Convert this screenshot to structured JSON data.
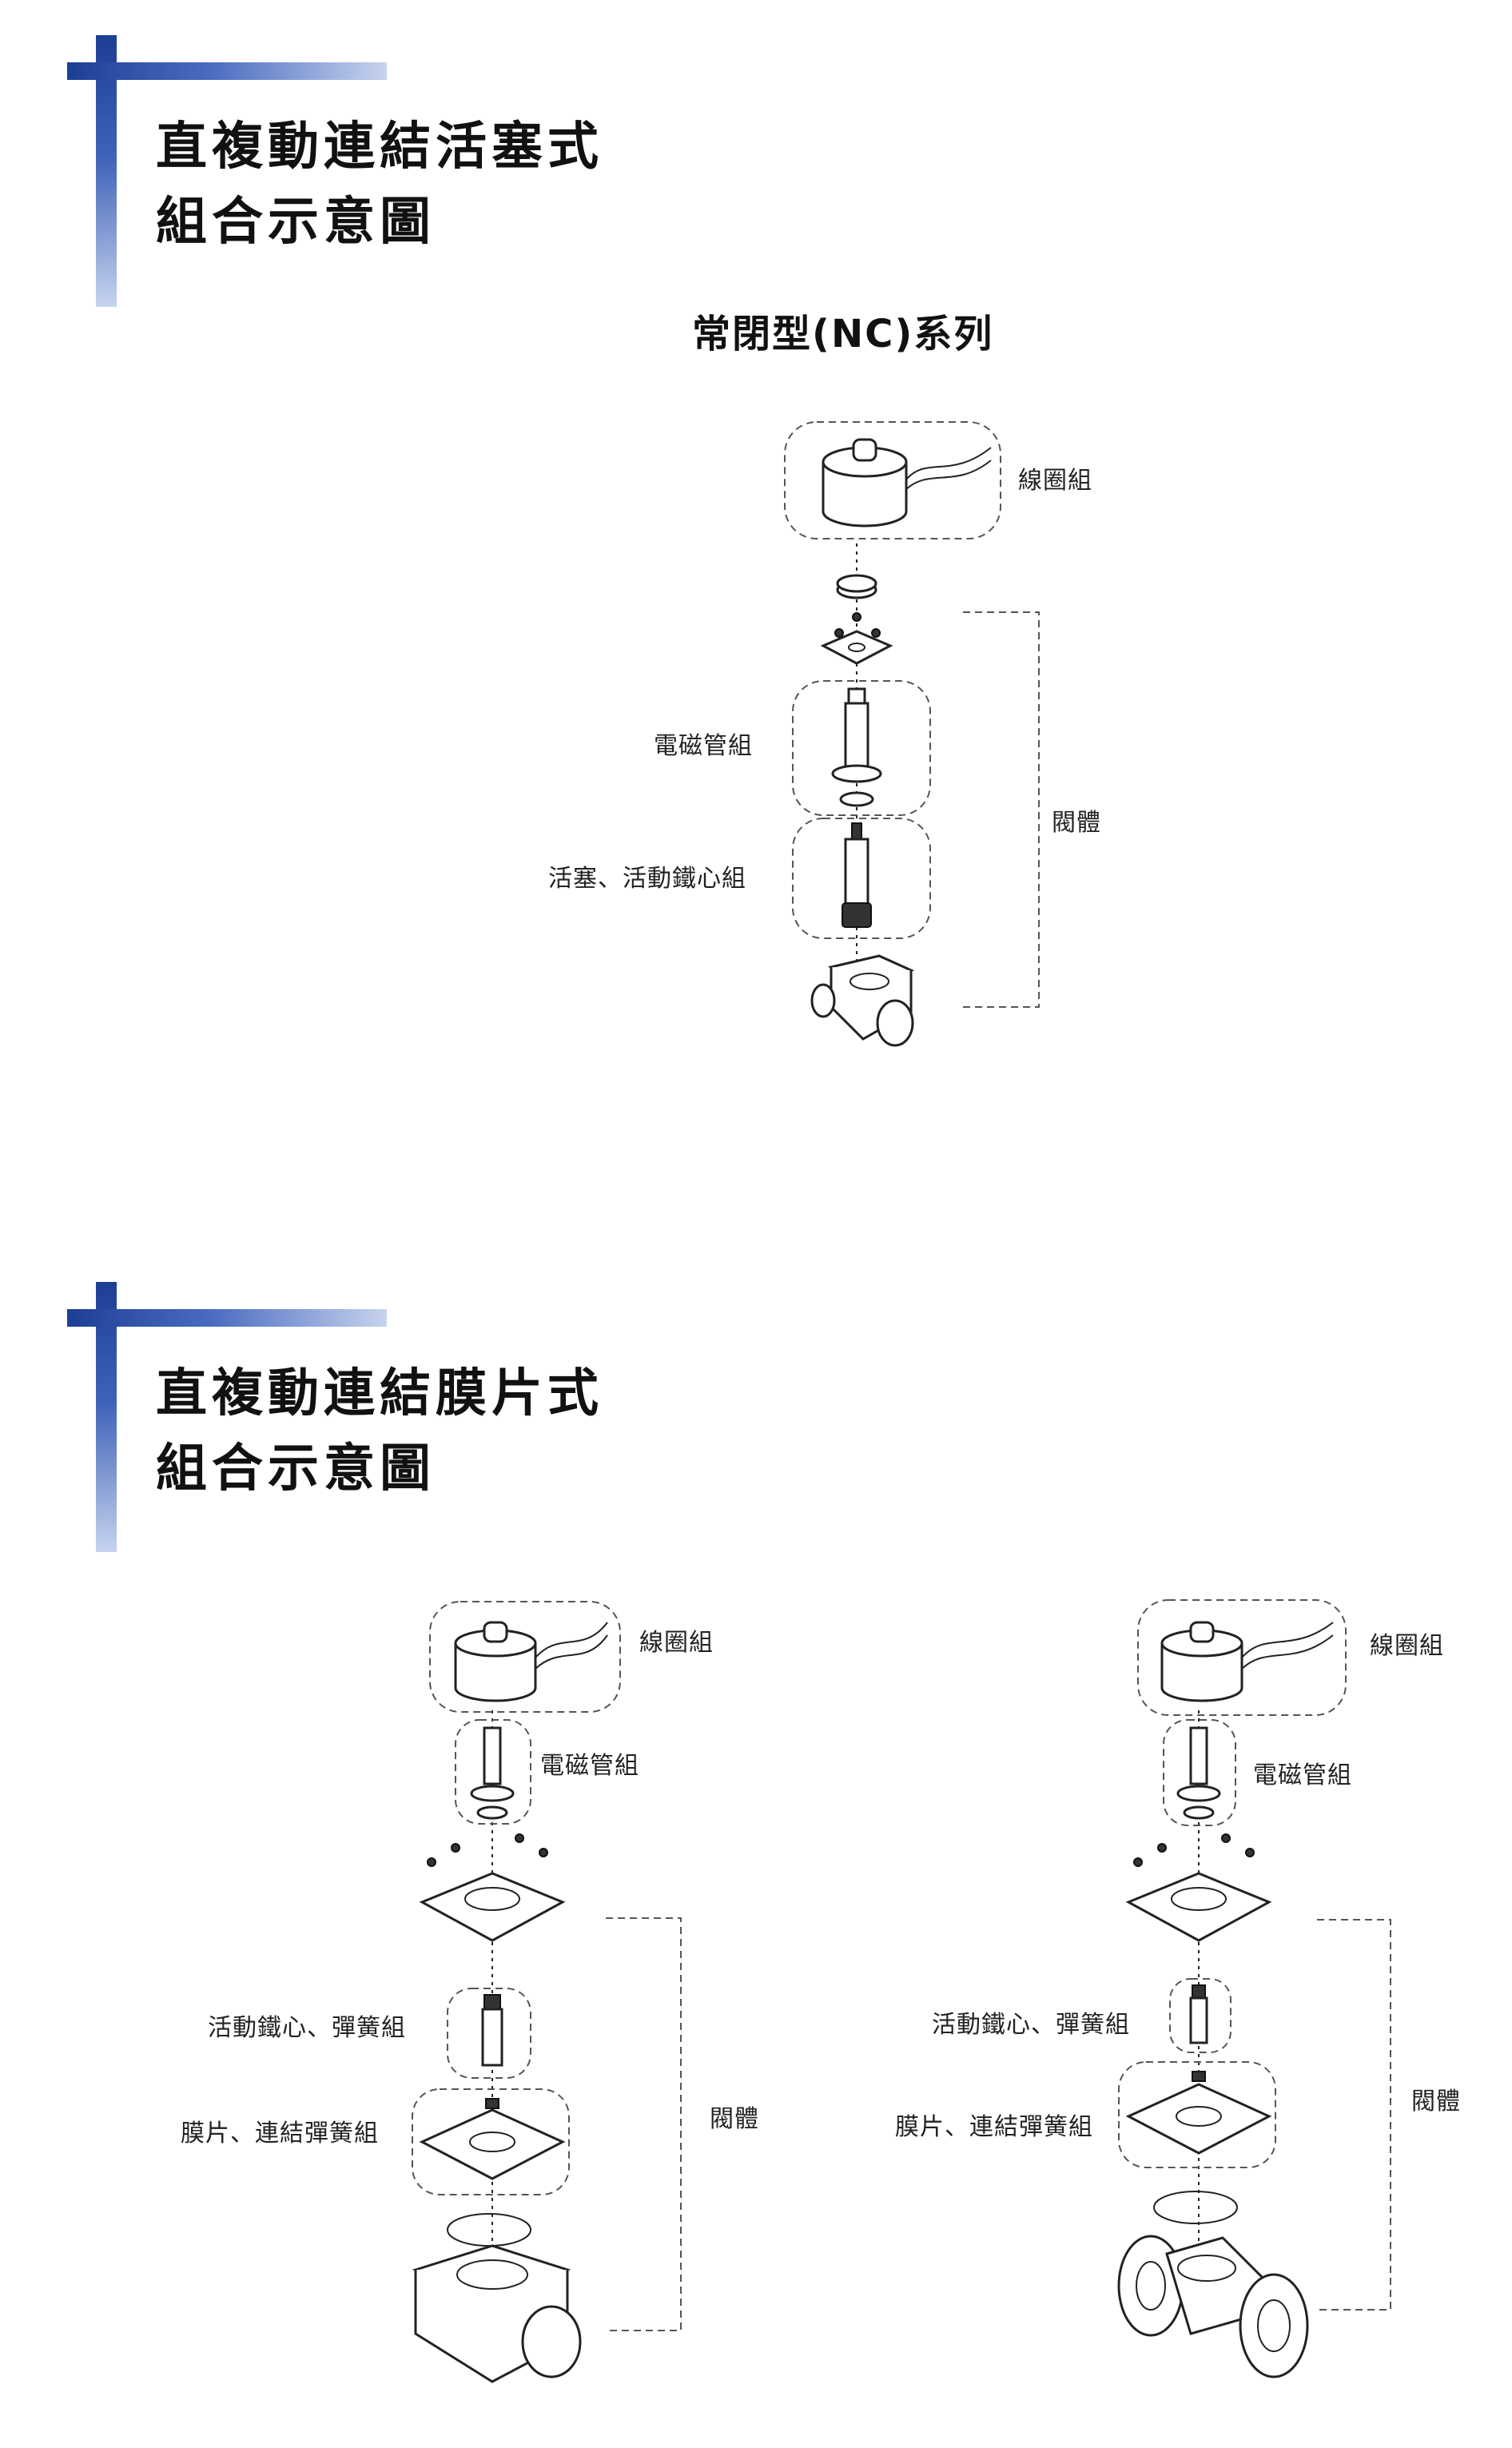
{
  "colors": {
    "accent": "#1c3f95",
    "accent_fade": "#c7d3ee",
    "line": "#555555"
  },
  "section1": {
    "title_line1": "直複動連結活塞式",
    "title_line2": "組合示意圖",
    "subtitle": "常閉型(NC)系列",
    "labels": {
      "coil": "線圈組",
      "solenoid_tube": "電磁管組",
      "piston": "活塞、活動鐵心組",
      "body": "閥體"
    }
  },
  "section2": {
    "title_line1": "直複動連結膜片式",
    "title_line2": "組合示意圖",
    "left": {
      "coil": "線圈組",
      "solenoid_tube": "電磁管組",
      "plunger_spring": "活動鐵心、彈簧組",
      "diaphragm": "膜片、連結彈簧組",
      "body": "閥體"
    },
    "right": {
      "coil": "線圈組",
      "solenoid_tube": "電磁管組",
      "plunger_spring": "活動鐵心、彈簧組",
      "diaphragm": "膜片、連結彈簧組",
      "body": "閥體"
    }
  },
  "icons": [
    "cross-banner-icon",
    "coil-icon",
    "solenoid-tube-icon",
    "piston-icon",
    "valve-body-icon",
    "diaphragm-icon",
    "bolt-icon",
    "o-ring-icon"
  ]
}
